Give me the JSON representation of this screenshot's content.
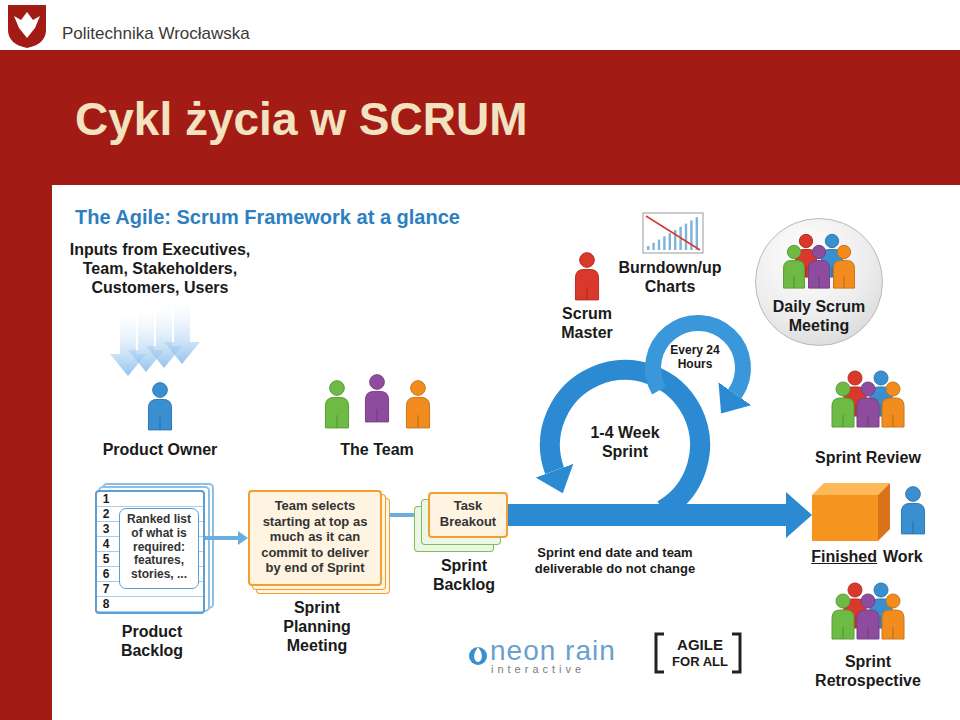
{
  "diagram": {
    "title": "Cykl życia w SCRUM",
    "nodes": [
      {
        "text": [
          "1",
          "2",
          "3",
          "4",
          "5",
          "6",
          "7",
          "8",
          "Product Backlog"
        ]
      },
      {
        "text": [
          "Ranked list of what is required: features, stories, ..."
        ],
        "in": 0
      },
      {
        "text": [
          "Team selects starting at top as much as it can commit to deliver by end of Sprint",
          "Sprint Planning Meeting"
        ]
      },
      {
        "text": [
          "Task Breakout",
          "Sprint Backlog"
        ]
      },
      {
        "text": [
          "Daily Scrum Meeting"
        ]
      },
      {
        "text": [
          "Finished",
          "Work"
        ]
      }
    ],
    "edges": [
      {
        "from": 0,
        "to": 2,
        "arrow": "to"
      },
      {
        "from": 2,
        "to": 3,
        "arrow": "to"
      },
      {
        "from": 3,
        "to": 5,
        "arrow": "to"
      }
    ],
    "labels": [
      "Politechnika Wrocławska",
      "The Agile: Scrum Framework at a glance",
      "Inputs from Executives, Team, Stakeholders, Customers, Users",
      "Product Owner",
      "The Team",
      "Scrum Master",
      "Burndown/up Charts",
      "Every 24 Hours",
      "1-4 Week Sprint",
      "Sprint Review",
      "Sprint end date and team deliverable do not change",
      "Sprint Retrospective",
      "neon rain",
      "interactive",
      "AGILE",
      "FOR ALL"
    ]
  }
}
